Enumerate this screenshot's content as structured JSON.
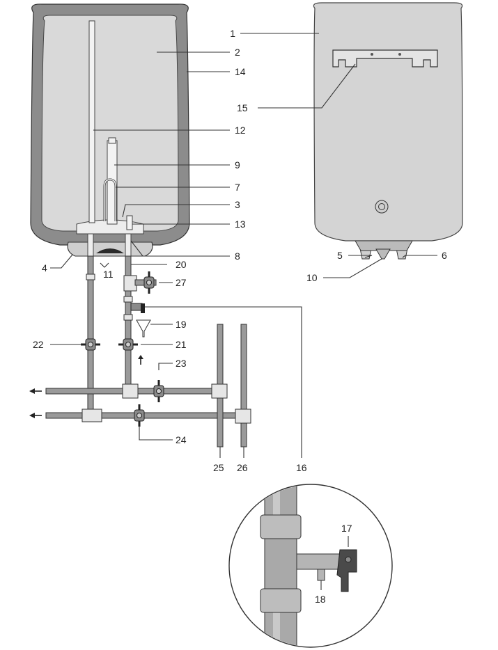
{
  "callouts": {
    "n1": "1",
    "n2": "2",
    "n3": "3",
    "n4": "4",
    "n5": "5",
    "n6": "6",
    "n7": "7",
    "n8": "8",
    "n9": "9",
    "n10": "10",
    "n11": "11",
    "n12": "12",
    "n13": "13",
    "n14": "14",
    "n15": "15",
    "n16": "16",
    "n17": "17",
    "n18": "18",
    "n19": "19",
    "n20": "20",
    "n21": "21",
    "n22": "22",
    "n23": "23",
    "n24": "24",
    "n25": "25",
    "n26": "26",
    "n27": "27"
  },
  "colors": {
    "shell": "#8c8c8c",
    "tank_fill": "#d9d9d9",
    "pipe": "#9a9a9a",
    "handle": "#222222"
  }
}
